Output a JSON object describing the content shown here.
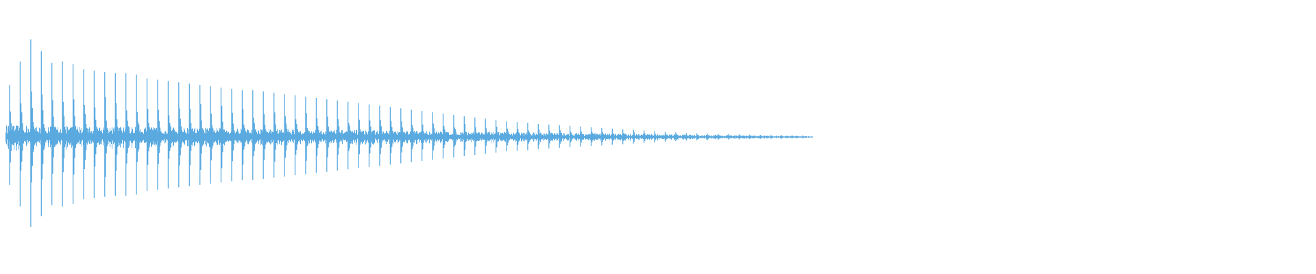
{
  "waveform": {
    "color": "#5aaae0",
    "background": "#ffffff",
    "pulse_count": 76,
    "pulse_peaks": [
      0.4,
      0.58,
      0.75,
      0.66,
      0.57,
      0.58,
      0.56,
      0.52,
      0.51,
      0.5,
      0.49,
      0.49,
      0.48,
      0.45,
      0.44,
      0.43,
      0.42,
      0.41,
      0.4,
      0.39,
      0.38,
      0.37,
      0.36,
      0.36,
      0.35,
      0.34,
      0.33,
      0.32,
      0.31,
      0.3,
      0.29,
      0.28,
      0.27,
      0.26,
      0.25,
      0.24,
      0.23,
      0.22,
      0.21,
      0.2,
      0.19,
      0.18,
      0.17,
      0.16,
      0.15,
      0.14,
      0.13,
      0.12,
      0.115,
      0.11,
      0.1,
      0.095,
      0.09,
      0.085,
      0.08,
      0.075,
      0.07,
      0.065,
      0.06,
      0.055,
      0.05,
      0.045,
      0.04,
      0.035,
      0.03,
      0.028,
      0.026,
      0.024,
      0.022,
      0.02,
      0.018,
      0.016,
      0.015,
      0.014,
      0.013,
      0.012
    ],
    "noise_floor_start": 0.07,
    "noise_floor_end": 0.005
  }
}
